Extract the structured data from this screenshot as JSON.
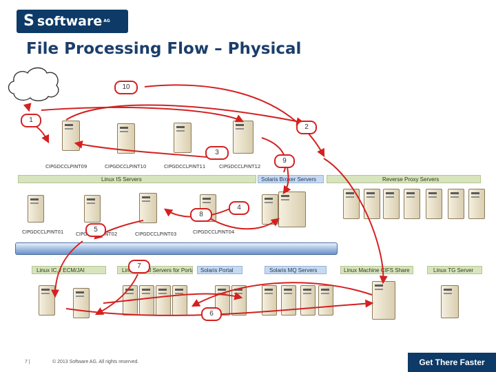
{
  "logo": {
    "text": "software",
    "suffix": "AG"
  },
  "title": "File Processing Flow – Physical",
  "bands": {
    "linux_is": "Linux IS Servers",
    "solaris_broker": "Solaris Broker Servers",
    "reverse_proxy": "Reverse Proxy Servers",
    "linux_ecm": "Linux IC, / ECM/JAI",
    "portal_linux": "Linux Portal Servers for Portal",
    "solaris_portal": "Solaris Portal",
    "solaris_mq": "Solaris MQ Servers",
    "linux_cifs": "Linux Machine CIFS Share",
    "linux_tg": "Linux TG Server"
  },
  "servers": {
    "s1": "CIPGDCCLPINT09",
    "s2": "CIPGDCCLPINT10",
    "s3": "CIPGDCCLPINT11",
    "s4": "CIPGDCCLPINT12",
    "s5": "CIPGDCCLPINT01",
    "s6": "CIPGDCCLPINT02",
    "s7": "CIPGDCCLPINT03",
    "s8": "CIPGDCCLPINT04"
  },
  "steps": [
    "1",
    "2",
    "3",
    "4",
    "5",
    "6",
    "7",
    "8",
    "9",
    "10"
  ],
  "footer": {
    "page": "7 |",
    "copyright": "© 2013 Software AG. All rights reserved.",
    "tagline": "Get There Faster"
  },
  "colors": {
    "arrow": "#d42020",
    "brand": "#0d3a66",
    "band_green": "#d7e4bd",
    "band_blue": "#c6d9f1"
  }
}
